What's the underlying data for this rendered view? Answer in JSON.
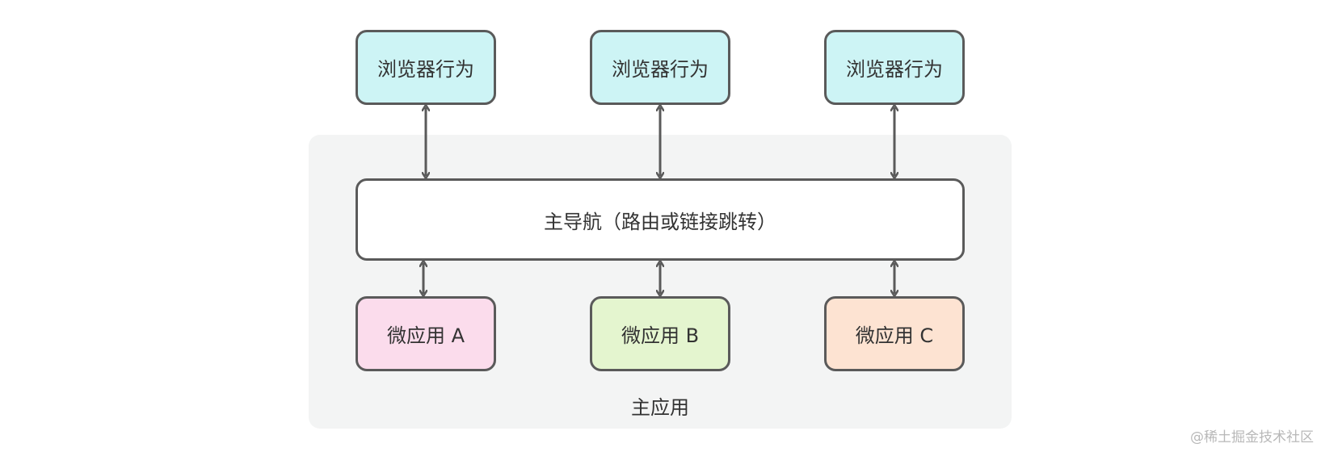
{
  "browser_boxes": [
    {
      "label": "浏览器行为"
    },
    {
      "label": "浏览器行为"
    },
    {
      "label": "浏览器行为"
    }
  ],
  "navigation": {
    "label": "主导航（路由或链接跳转）"
  },
  "micro_apps": [
    {
      "label": "微应用 A",
      "color": "#fbdcec"
    },
    {
      "label": "微应用 B",
      "color": "#e4f5cf"
    },
    {
      "label": "微应用 C",
      "color": "#fde3d2"
    }
  ],
  "main_app": {
    "label": "主应用"
  },
  "watermark": "@稀土掘金技术社区",
  "colors": {
    "browser_fill": "#cdf4f5",
    "border": "#5a5a5a",
    "main_app_bg": "#f3f4f4"
  }
}
